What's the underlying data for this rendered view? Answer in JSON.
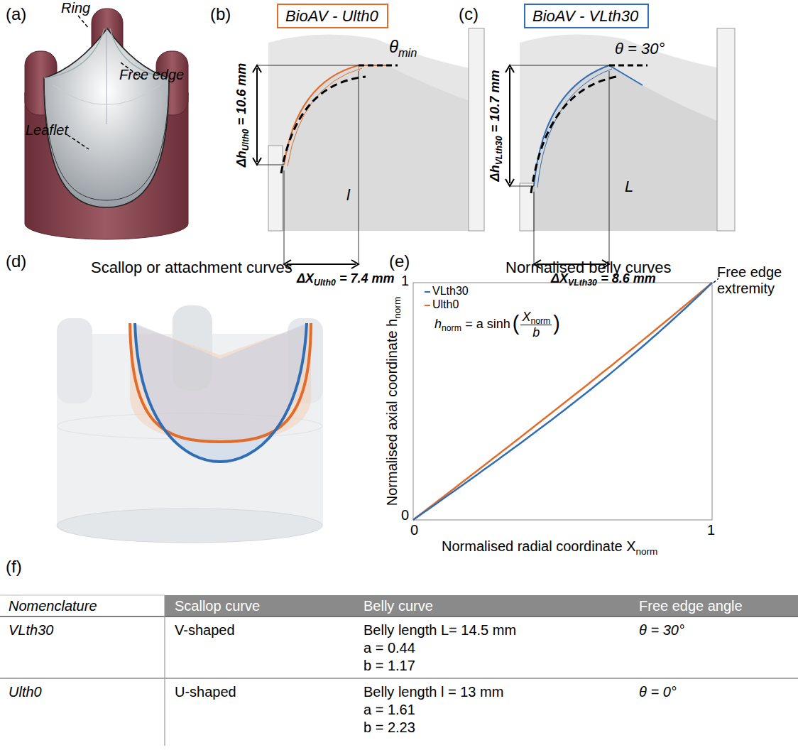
{
  "diagram": {
    "nodes": [
      {
        "text": [
          "BioAV - Ulth0"
        ]
      },
      {
        "text": [
          "BioAV - VLth30"
        ]
      }
    ],
    "labels": [
      "(a)",
      "Ring",
      "Free edge",
      "Leaflet",
      "(b)",
      "θ",
      "min",
      "l",
      "Δh",
      "Ulth0",
      "= 10.6 mm",
      "ΔX",
      "Ulth0",
      "= 7.4 mm",
      "(c)",
      "θ = 30°",
      "L",
      "Δh",
      "VLth30",
      "= 10.7 mm",
      "ΔX",
      "VLth30",
      "= 8.6 mm",
      "(d)",
      "Scallop or attachment curves",
      "(e)",
      "Normalised belly curves",
      "1",
      "0",
      "0",
      "1",
      "Free edge extremity",
      "Normalised axial coordinate h",
      "norm",
      "Normalised radial coordinate X",
      "norm",
      "h",
      "norm",
      "= a sinh",
      "(",
      "X",
      "norm",
      "b",
      ")",
      "(f)",
      "Nomenclature",
      "Scallop curve",
      "Belly curve",
      "Free edge angle",
      "VLth30",
      "V-shaped",
      "Belly length L= 14.5 mm",
      "a = 0.44",
      "b = 1.17",
      "θ = 30°",
      "Ulth0",
      "U-shaped",
      "Belly length l = 13 mm",
      "a = 1.61",
      "b = 2.23",
      "θ = 0°"
    ],
    "legend": [
      {
        "text": "VLth30"
      },
      {
        "text": "Ulth0"
      }
    ]
  }
}
